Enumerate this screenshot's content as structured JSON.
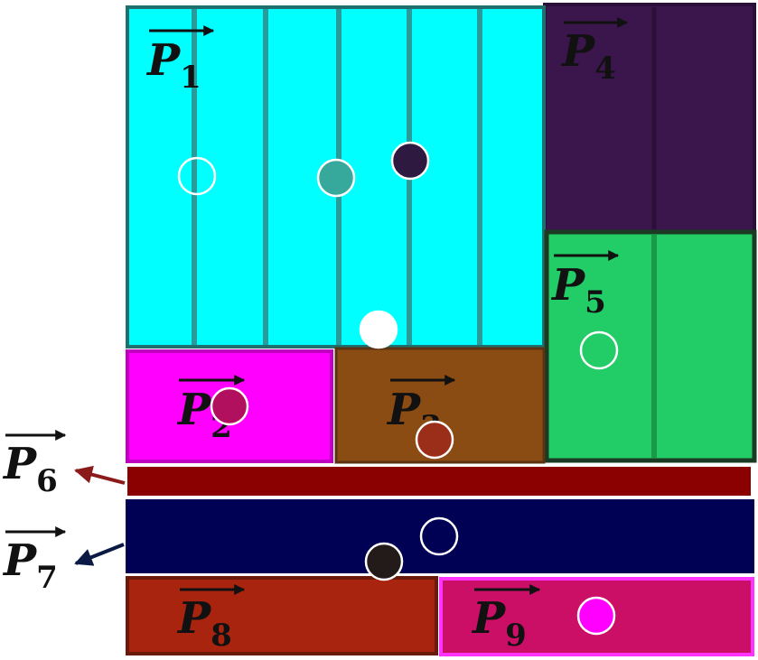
{
  "colors": {
    "p1": "#00ffff",
    "p1_border": "#1f6f6f",
    "p1_stripe": "#2a9b9b",
    "p2": "#ff00ff",
    "p2_border": "#c000c0",
    "p3": "#8b4c14",
    "p3_border": "#5a3312",
    "p4": "#3a164d",
    "p4_border": "#2a1038",
    "p5": "#22cc66",
    "p5_border": "#1a3a22",
    "p5_stripe": "#1a9a48",
    "p6": "#8b0000",
    "p6_arrow": "#8b1a1a",
    "p7": "#000055",
    "p7_arrow": "#0a1a44",
    "p8": "#a8240e",
    "p8_border": "#6a1a0a",
    "p9": "#cc0f66",
    "p9_border": "#ff33ff",
    "circle_stroke": "#ffffff"
  },
  "partitions": [
    {
      "id": "p1",
      "symbol": "P",
      "subscript": "1"
    },
    {
      "id": "p2",
      "symbol": "P",
      "subscript": "2"
    },
    {
      "id": "p3",
      "symbol": "P",
      "subscript": "3"
    },
    {
      "id": "p4",
      "symbol": "P",
      "subscript": "4"
    },
    {
      "id": "p5",
      "symbol": "P",
      "subscript": "5"
    },
    {
      "id": "p6",
      "symbol": "P",
      "subscript": "6"
    },
    {
      "id": "p7",
      "symbol": "P",
      "subscript": "7"
    },
    {
      "id": "p8",
      "symbol": "P",
      "subscript": "8"
    },
    {
      "id": "p9",
      "symbol": "P",
      "subscript": "9"
    }
  ],
  "markers": [
    {
      "fill": "none"
    },
    {
      "fill": "#36a89c"
    },
    {
      "fill": "#2e1a40"
    },
    {
      "fill": "#ffffff"
    },
    {
      "fill": "none"
    },
    {
      "fill": "#b0105e"
    },
    {
      "fill": "#9a2e18"
    },
    {
      "fill": "none"
    },
    {
      "fill": "#231a1a"
    },
    {
      "fill": "#ff00ff"
    }
  ]
}
